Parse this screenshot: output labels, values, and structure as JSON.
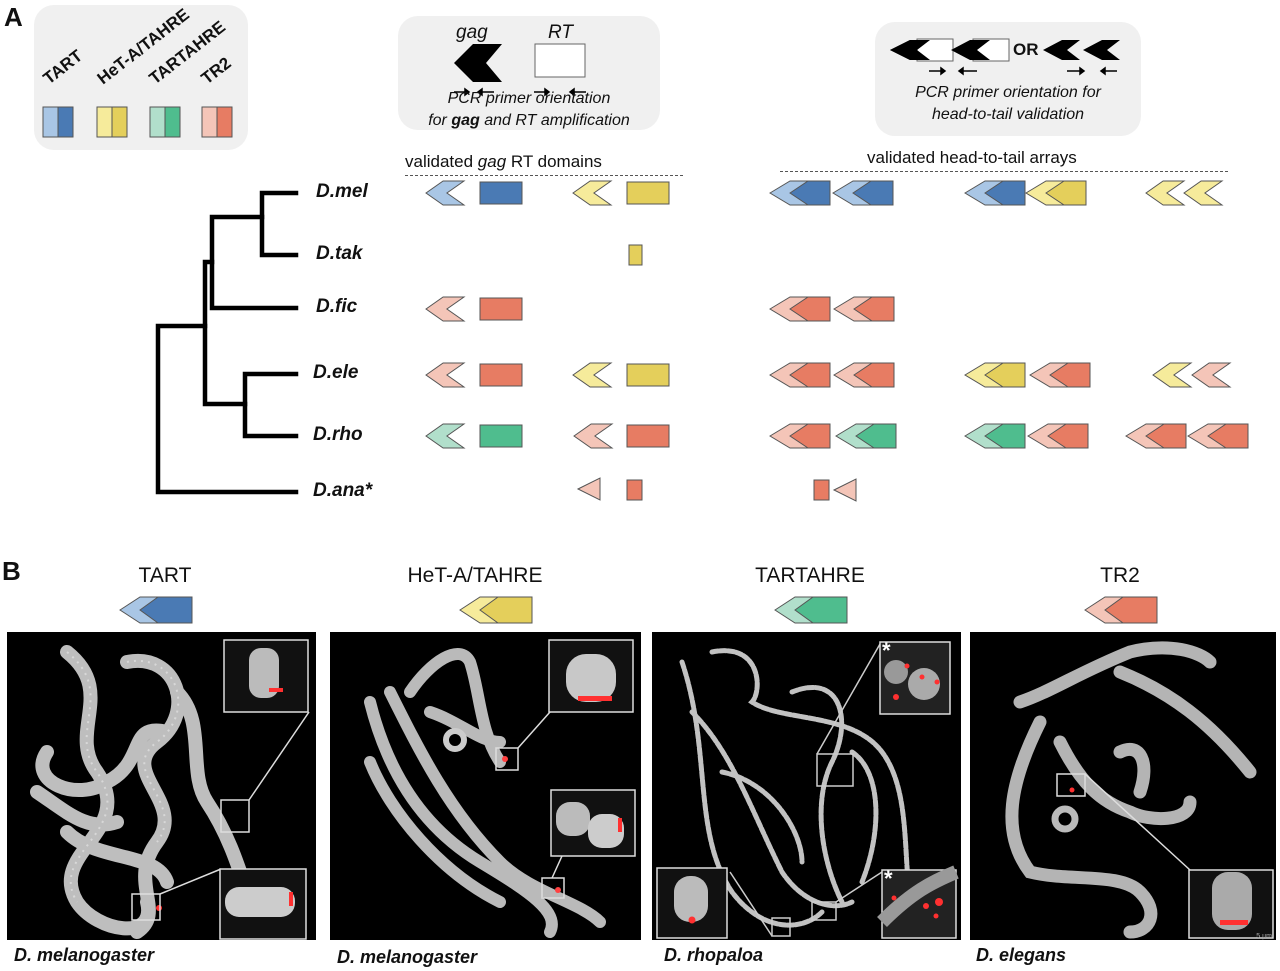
{
  "panel_a": {
    "letter": "A",
    "legend": {
      "items": [
        {
          "name": "TART",
          "light": "#a9c6e5",
          "dark": "#4a7ab4"
        },
        {
          "name": "HeT-A/TAHRE",
          "light": "#f6eb9b",
          "dark": "#e4cf5b"
        },
        {
          "name": "TARTAHRE",
          "light": "#b1dfcb",
          "dark": "#4fbd8e"
        },
        {
          "name": "TR2",
          "light": "#f4c5b8",
          "dark": "#e77c63"
        }
      ]
    },
    "primer_box_1": {
      "gag_label": "gag",
      "rt_label": "RT",
      "caption_line1": "PCR primer orientation",
      "caption_line2_pre": "for ",
      "caption_line2_gag": "gag",
      "caption_line2_post": " and RT amplification"
    },
    "primer_box_2": {
      "or_label": "OR",
      "caption_line1": "PCR primer orientation for",
      "caption_line2": "head-to-tail validation"
    },
    "headers": {
      "domains_pre": "validated ",
      "domains_gag": "gag",
      "domains_post": "  RT domains",
      "arrays": "validated head-to-tail arrays"
    },
    "species": [
      "D.mel",
      "D.tak",
      "D.fic",
      "D.ele",
      "D.rho",
      "D.ana*"
    ],
    "rows": [
      {
        "species": "D.mel",
        "domains": [
          [
            "TART",
            "gag"
          ],
          [
            "TART",
            "RT"
          ],
          [
            "HeT-A/TAHRE",
            "gag"
          ],
          [
            "HeT-A/TAHRE",
            "RT"
          ]
        ],
        "arrays": [
          [
            "TART",
            "TART"
          ],
          [
            "TART",
            "HeT-A/TAHRE"
          ],
          [
            "HeT-A/TAHRE gag",
            "HeT-A/TAHRE gag"
          ]
        ]
      },
      {
        "species": "D.tak",
        "domains": [
          [
            "HeT-A/TAHRE",
            "RT (partial)"
          ]
        ],
        "arrays": []
      },
      {
        "species": "D.fic",
        "domains": [
          [
            "TR2",
            "gag"
          ],
          [
            "TR2",
            "RT"
          ]
        ],
        "arrays": [
          [
            "TR2",
            "TR2"
          ]
        ]
      },
      {
        "species": "D.ele",
        "domains": [
          [
            "TR2",
            "gag"
          ],
          [
            "TR2",
            "RT"
          ],
          [
            "HeT-A/TAHRE",
            "gag"
          ],
          [
            "HeT-A/TAHRE",
            "RT"
          ]
        ],
        "arrays": [
          [
            "TR2",
            "TR2"
          ],
          [
            "HeT-A/TAHRE",
            "TR2"
          ],
          [
            "HeT-A/TAHRE gag",
            "TR2 gag"
          ]
        ]
      },
      {
        "species": "D.rho",
        "domains": [
          [
            "TARTAHRE",
            "gag"
          ],
          [
            "TARTAHRE",
            "RT"
          ],
          [
            "TR2",
            "gag"
          ],
          [
            "TR2",
            "RT"
          ]
        ],
        "arrays": [
          [
            "TR2",
            "TARTAHRE"
          ],
          [
            "TARTAHRE",
            "TR2"
          ],
          [
            "TR2",
            "TR2"
          ]
        ]
      },
      {
        "species": "D.ana*",
        "domains": [
          [
            "TR2",
            "gag (partial)"
          ],
          [
            "TR2",
            "RT (partial)"
          ]
        ],
        "arrays": [
          [
            "TR2 RT (partial)",
            "TR2 gag (partial)"
          ]
        ]
      }
    ]
  },
  "panel_b": {
    "letter": "B",
    "images": [
      {
        "te": "TART",
        "species": "D. melanogaster",
        "inset_star": false
      },
      {
        "te": "HeT-A/TAHRE",
        "species": "D. melanogaster",
        "inset_star": false
      },
      {
        "te": "TARTAHRE",
        "species": "D. rhopaloa",
        "inset_star": true,
        "star": "*"
      },
      {
        "te": "TR2",
        "species": "D. elegans",
        "inset_star": false,
        "scale_bar": "5 µm"
      }
    ]
  }
}
